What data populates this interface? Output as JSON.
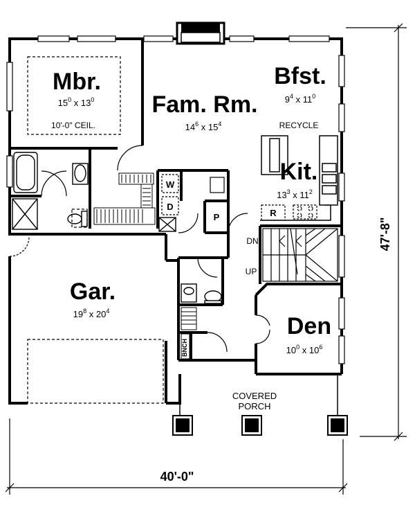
{
  "rooms": {
    "master_bedroom": {
      "name": "Mbr.",
      "dim_a": "15",
      "dim_a_sup": "0",
      "dim_b": "13",
      "dim_b_sup": "0",
      "note": "10'-0\" CEIL."
    },
    "family_room": {
      "name": "Fam. Rm.",
      "dim_a": "14",
      "dim_a_sup": "6",
      "dim_b": "15",
      "dim_b_sup": "4"
    },
    "breakfast": {
      "name": "Bfst.",
      "dim_a": "9",
      "dim_a_sup": "4",
      "dim_b": "11",
      "dim_b_sup": "0"
    },
    "kitchen": {
      "name": "Kit.",
      "dim_a": "13",
      "dim_a_sup": "3",
      "dim_b": "11",
      "dim_b_sup": "2"
    },
    "garage": {
      "name": "Gar.",
      "dim_a": "19",
      "dim_a_sup": "8",
      "dim_b": "20",
      "dim_b_sup": "4"
    },
    "den": {
      "name": "Den",
      "dim_a": "10",
      "dim_a_sup": "0",
      "dim_b": "10",
      "dim_b_sup": "6"
    }
  },
  "labels": {
    "recycle": "RECYCLE",
    "washer": "W",
    "dryer": "D",
    "pantry": "P",
    "refrigerator": "R",
    "stair_down": "DN",
    "stair_up": "UP",
    "bench": "BNCH",
    "porch_line1": "COVERED",
    "porch_line2": "PORCH"
  },
  "dimensions": {
    "overall_width": "40'-0\"",
    "overall_depth": "47'-8\""
  },
  "symbols": {
    "times": "x"
  }
}
